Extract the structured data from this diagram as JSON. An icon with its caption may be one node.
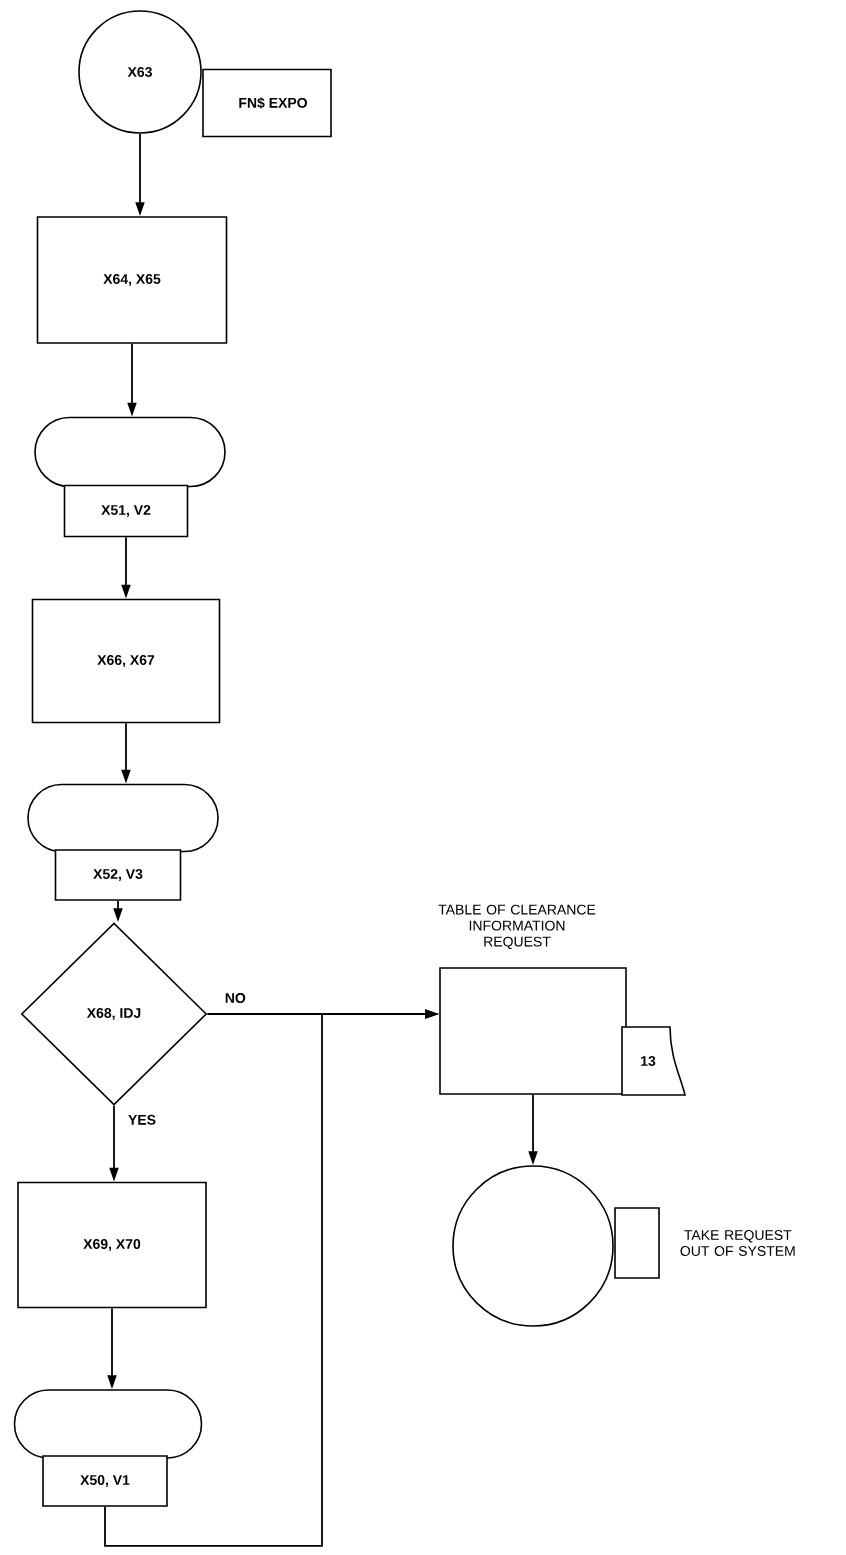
{
  "diagram": {
    "nodes": [
      {
        "text": [
          "X63"
        ]
      },
      {
        "text": [
          "FN$ EXPO"
        ]
      },
      {
        "text": [
          "X64, X65"
        ]
      },
      {
        "text": [],
        "shape": "oval"
      },
      {
        "text": [
          "X51, V2"
        ]
      },
      {
        "text": [
          "X66, X67"
        ]
      },
      {
        "text": [],
        "shape": "oval"
      },
      {
        "text": [
          "X52, V3"
        ]
      },
      {
        "text": [
          "X68, IDJ"
        ]
      },
      {
        "text": [
          "X69, X70"
        ]
      },
      {
        "text": [],
        "shape": "oval"
      },
      {
        "text": [
          "X50, V1"
        ]
      },
      {
        "text": [
          "TABLE OF CLEARANCE INFORMATION REQUEST"
        ]
      },
      {
        "text": [
          "13"
        ]
      },
      {
        "text": [],
        "shape": "circle"
      },
      {
        "text": [],
        "shape": "box",
        "beside": [
          "TAKE REQUEST OUT OF SYSTEM"
        ]
      }
    ],
    "edges": [
      {
        "from": 0,
        "to": 2,
        "arrow": "to"
      },
      {
        "from": 2,
        "to": 3,
        "arrow": "to"
      },
      {
        "from": 4,
        "to": 5,
        "arrow": "to"
      },
      {
        "from": 5,
        "to": 6,
        "arrow": "to"
      },
      {
        "from": 7,
        "to": 8,
        "arrow": "to"
      },
      {
        "from": 8,
        "to": 9,
        "label": "YES",
        "arrow": "to"
      },
      {
        "from": 8,
        "to": 12,
        "label": "NO",
        "arrow": "to"
      },
      {
        "from": 9,
        "to": 10,
        "arrow": "to"
      },
      {
        "from": 11,
        "to": 12,
        "arrow": "to"
      },
      {
        "from": 12,
        "to": 14,
        "arrow": "to"
      }
    ]
  }
}
